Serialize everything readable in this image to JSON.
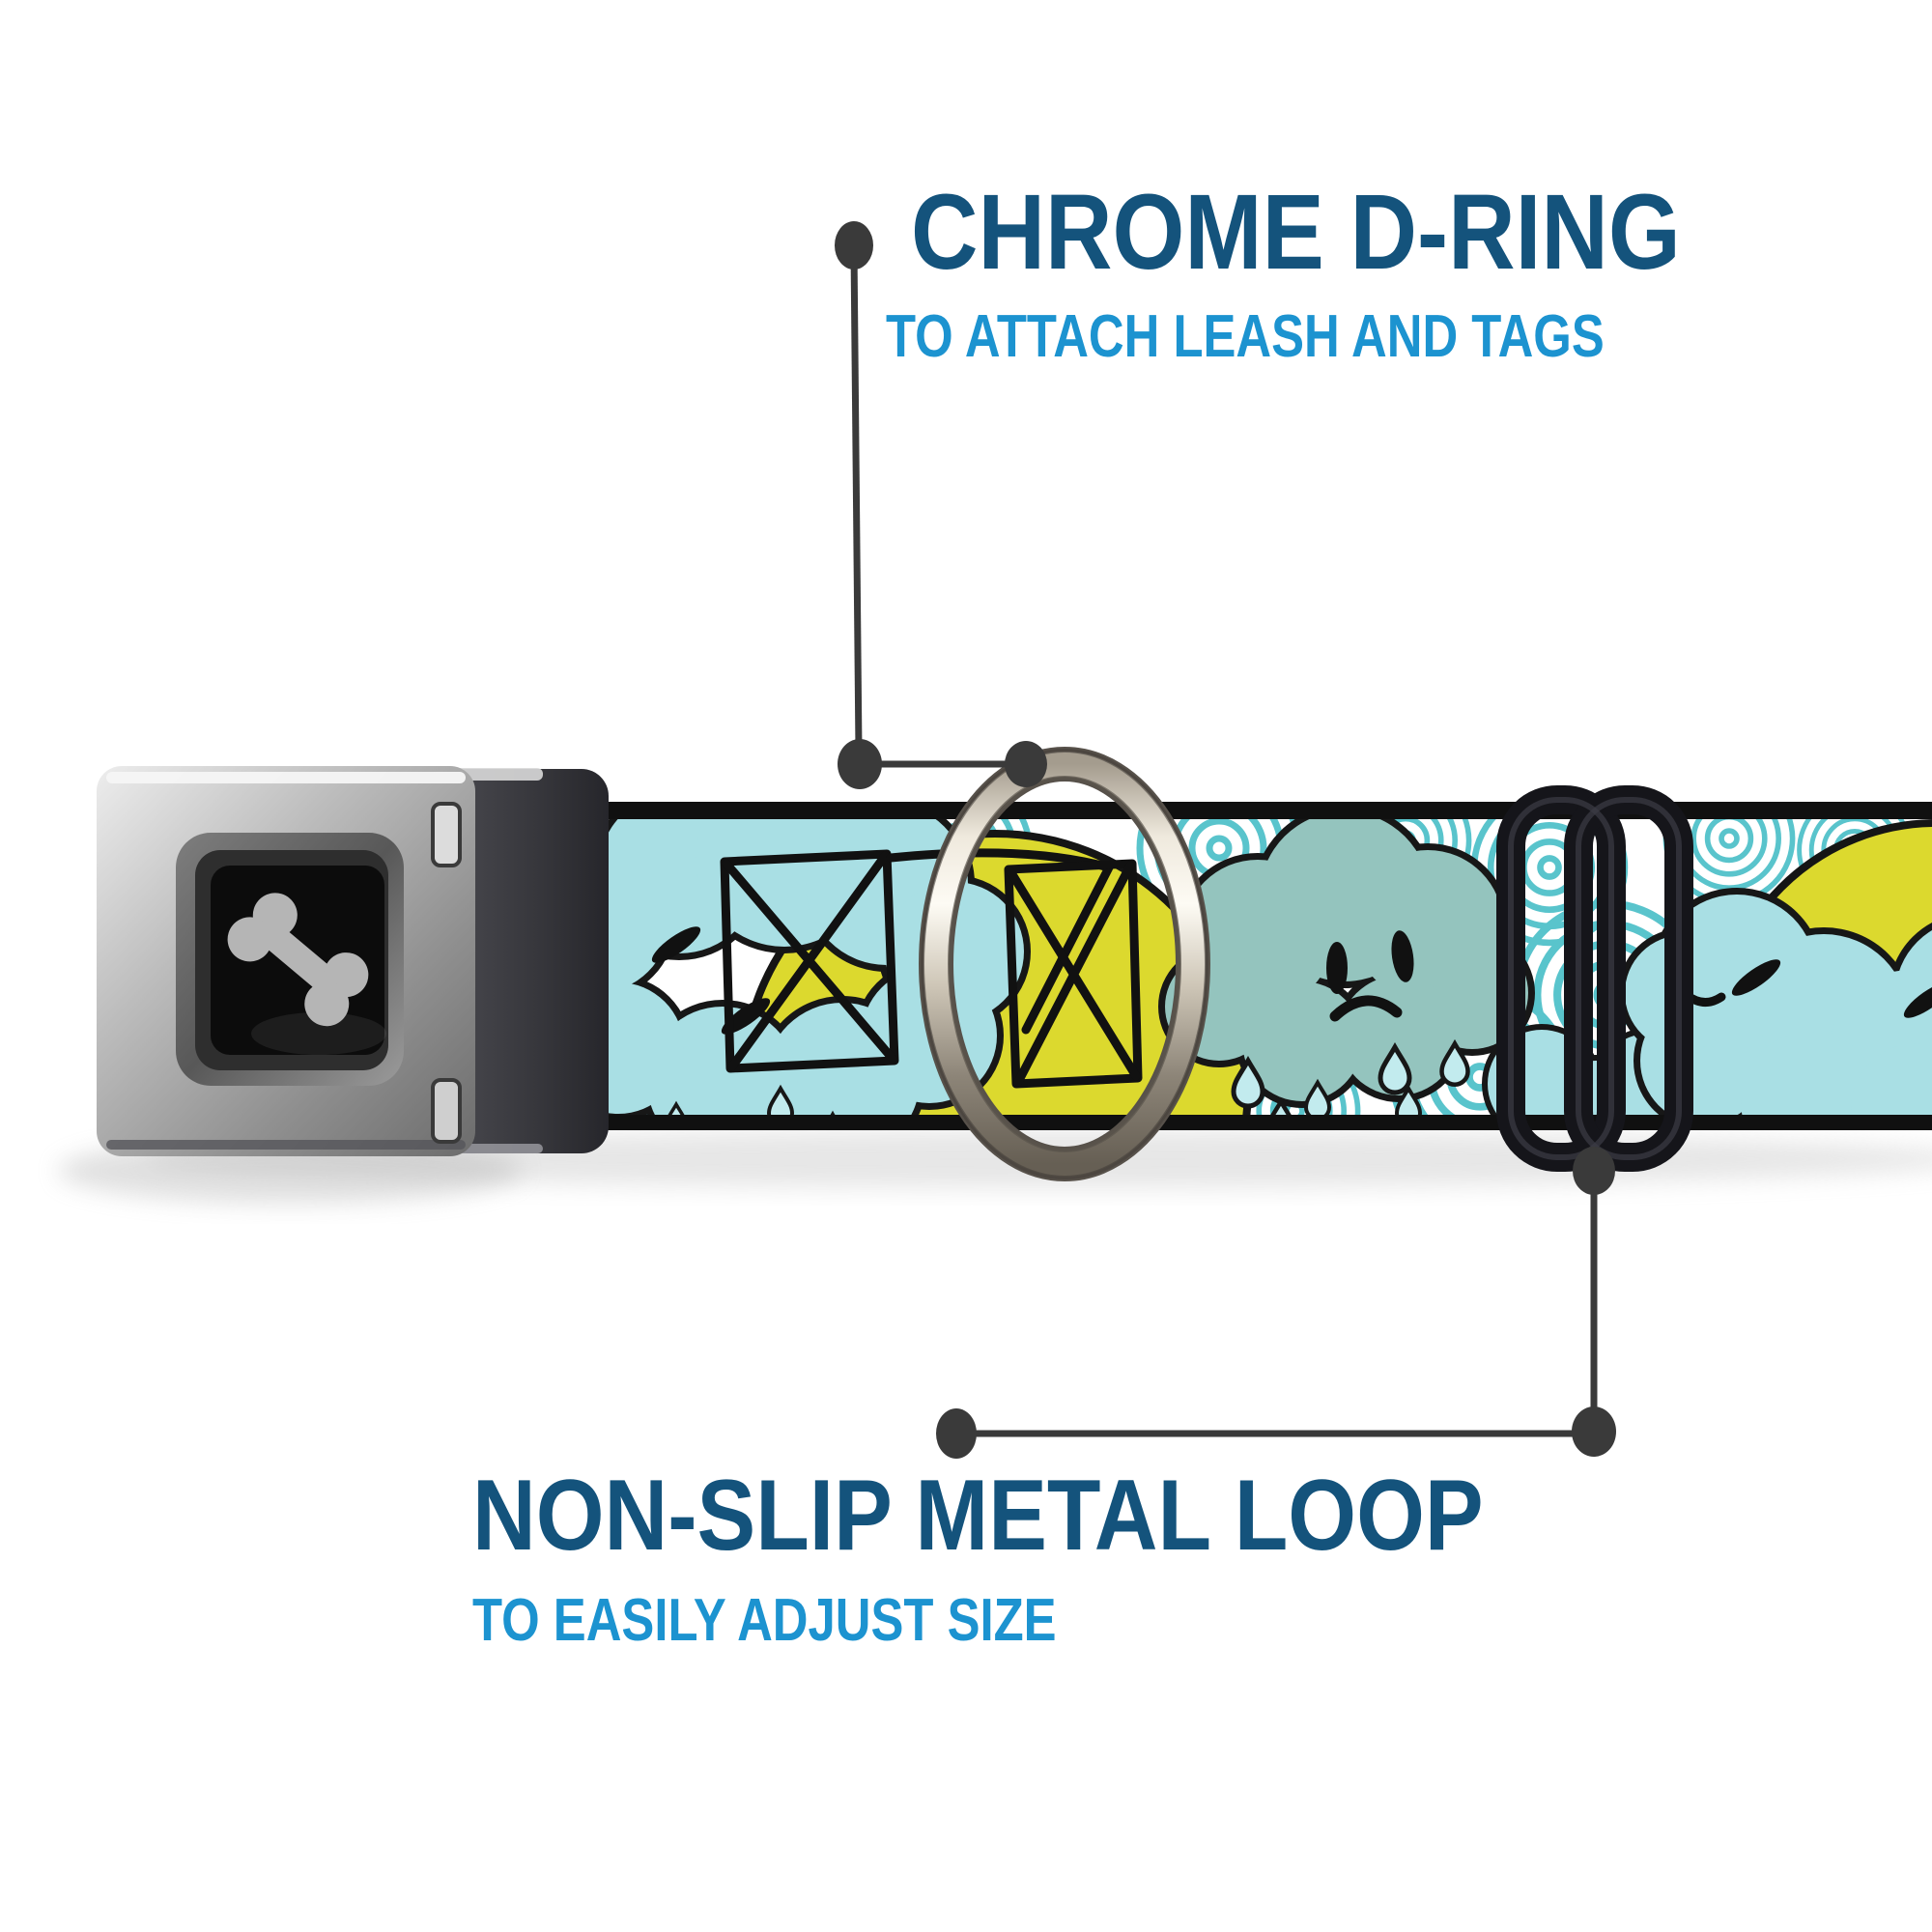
{
  "callouts": {
    "top": {
      "title": "CHROME D-RING",
      "subtitle": "TO ATTACH LEASH AND TAGS"
    },
    "bottom": {
      "title": "NON-SLIP METAL LOOP",
      "subtitle": "TO EASILY ADJUST SIZE"
    }
  },
  "icons": {
    "buckle_center": "dog-bone-icon"
  },
  "colors": {
    "title_blue": "#14537c",
    "subtitle_blue": "#1c93d0",
    "connector_gray": "#3a3a3a",
    "belt_edge_black": "#101010",
    "cloud_blue": "#a9dfe4",
    "sad_cloud_teal": "#94c4be",
    "circle_teal": "#59c4cc",
    "sun_yellow": "#dcd92e",
    "raindrop_aqua": "#c2ebee",
    "pattern_line_black": "#151515",
    "buckle_silver": "#a8a8a8",
    "buckle_center_black": "#0c0c0c",
    "bone_gray": "#b5b5b5",
    "d_ring_silver": "#cfc8bb",
    "slider_black": "#15151a"
  }
}
